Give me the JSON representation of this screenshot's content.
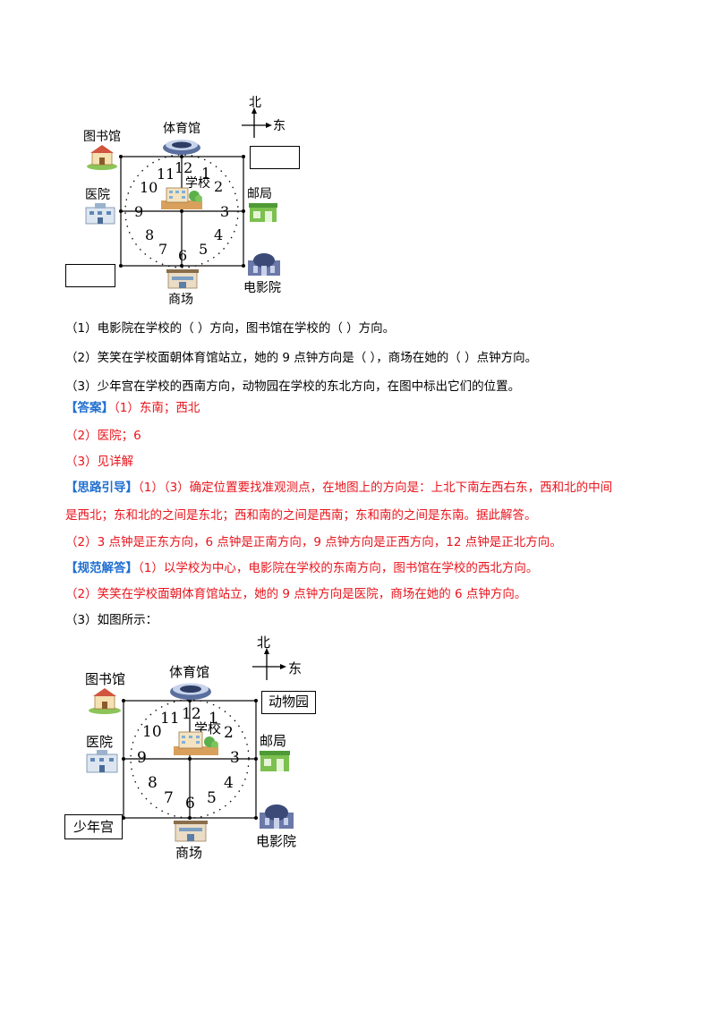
{
  "compass": {
    "north": "北",
    "east": "东"
  },
  "places": {
    "library": "图书馆",
    "stadium": "体育馆",
    "hospital": "医院",
    "school": "学校",
    "post_office": "邮局",
    "mall": "商场",
    "cinema": "电影院",
    "zoo": "动物园",
    "youth_palace": "少年宫"
  },
  "clock_numbers": {
    "n12": "12",
    "n1": "1",
    "n2": "2",
    "n3": "3",
    "n4": "4",
    "n5": "5",
    "n6": "6",
    "n7": "7",
    "n8": "8",
    "n9": "9",
    "n10": "10",
    "n11": "11"
  },
  "questions": {
    "q1": "（1）电影院在学校的（      ）方向，图书馆在学校的（      ）方向。",
    "q2": "（2）笑笑在学校面朝体育馆站立，她的 9 点钟方向是（      ），商场在她的（      ）点钟方向。",
    "q3": "（3）少年宫在学校的西南方向，动物园在学校的东北方向，在图中标出它们的位置。"
  },
  "answer": {
    "tag": "【答案】",
    "a1": "（1）东南；西北",
    "a2": "（2）医院；6",
    "a3": "（3）见详解"
  },
  "guide": {
    "tag": "【思路引导】",
    "line1": "（1）（3）确定位置要找准观测点，在地图上的方向是：上北下南左西右东，西和北的中间",
    "line2": "是西北；东和北的之间是东北；西和南的之间是西南；东和南的之间是东南。据此解答。",
    "line3": "（2）3 点钟是正东方向，6 点钟是正南方向，9 点钟方向是正西方向，12 点钟是正北方向。"
  },
  "solution": {
    "tag": "【规范解答】",
    "line1": "（1）以学校为中心，电影院在学校的东南方向，图书馆在学校的西北方向。",
    "line2": "（2）笑笑在学校面朝体育馆站立，她的 9 点钟方向是医院，商场在她的 6 点钟方向。",
    "line3": "（3）如图所示："
  },
  "colors": {
    "answer_text": "#e8141c",
    "tag_blue": "#1f6fd0"
  }
}
